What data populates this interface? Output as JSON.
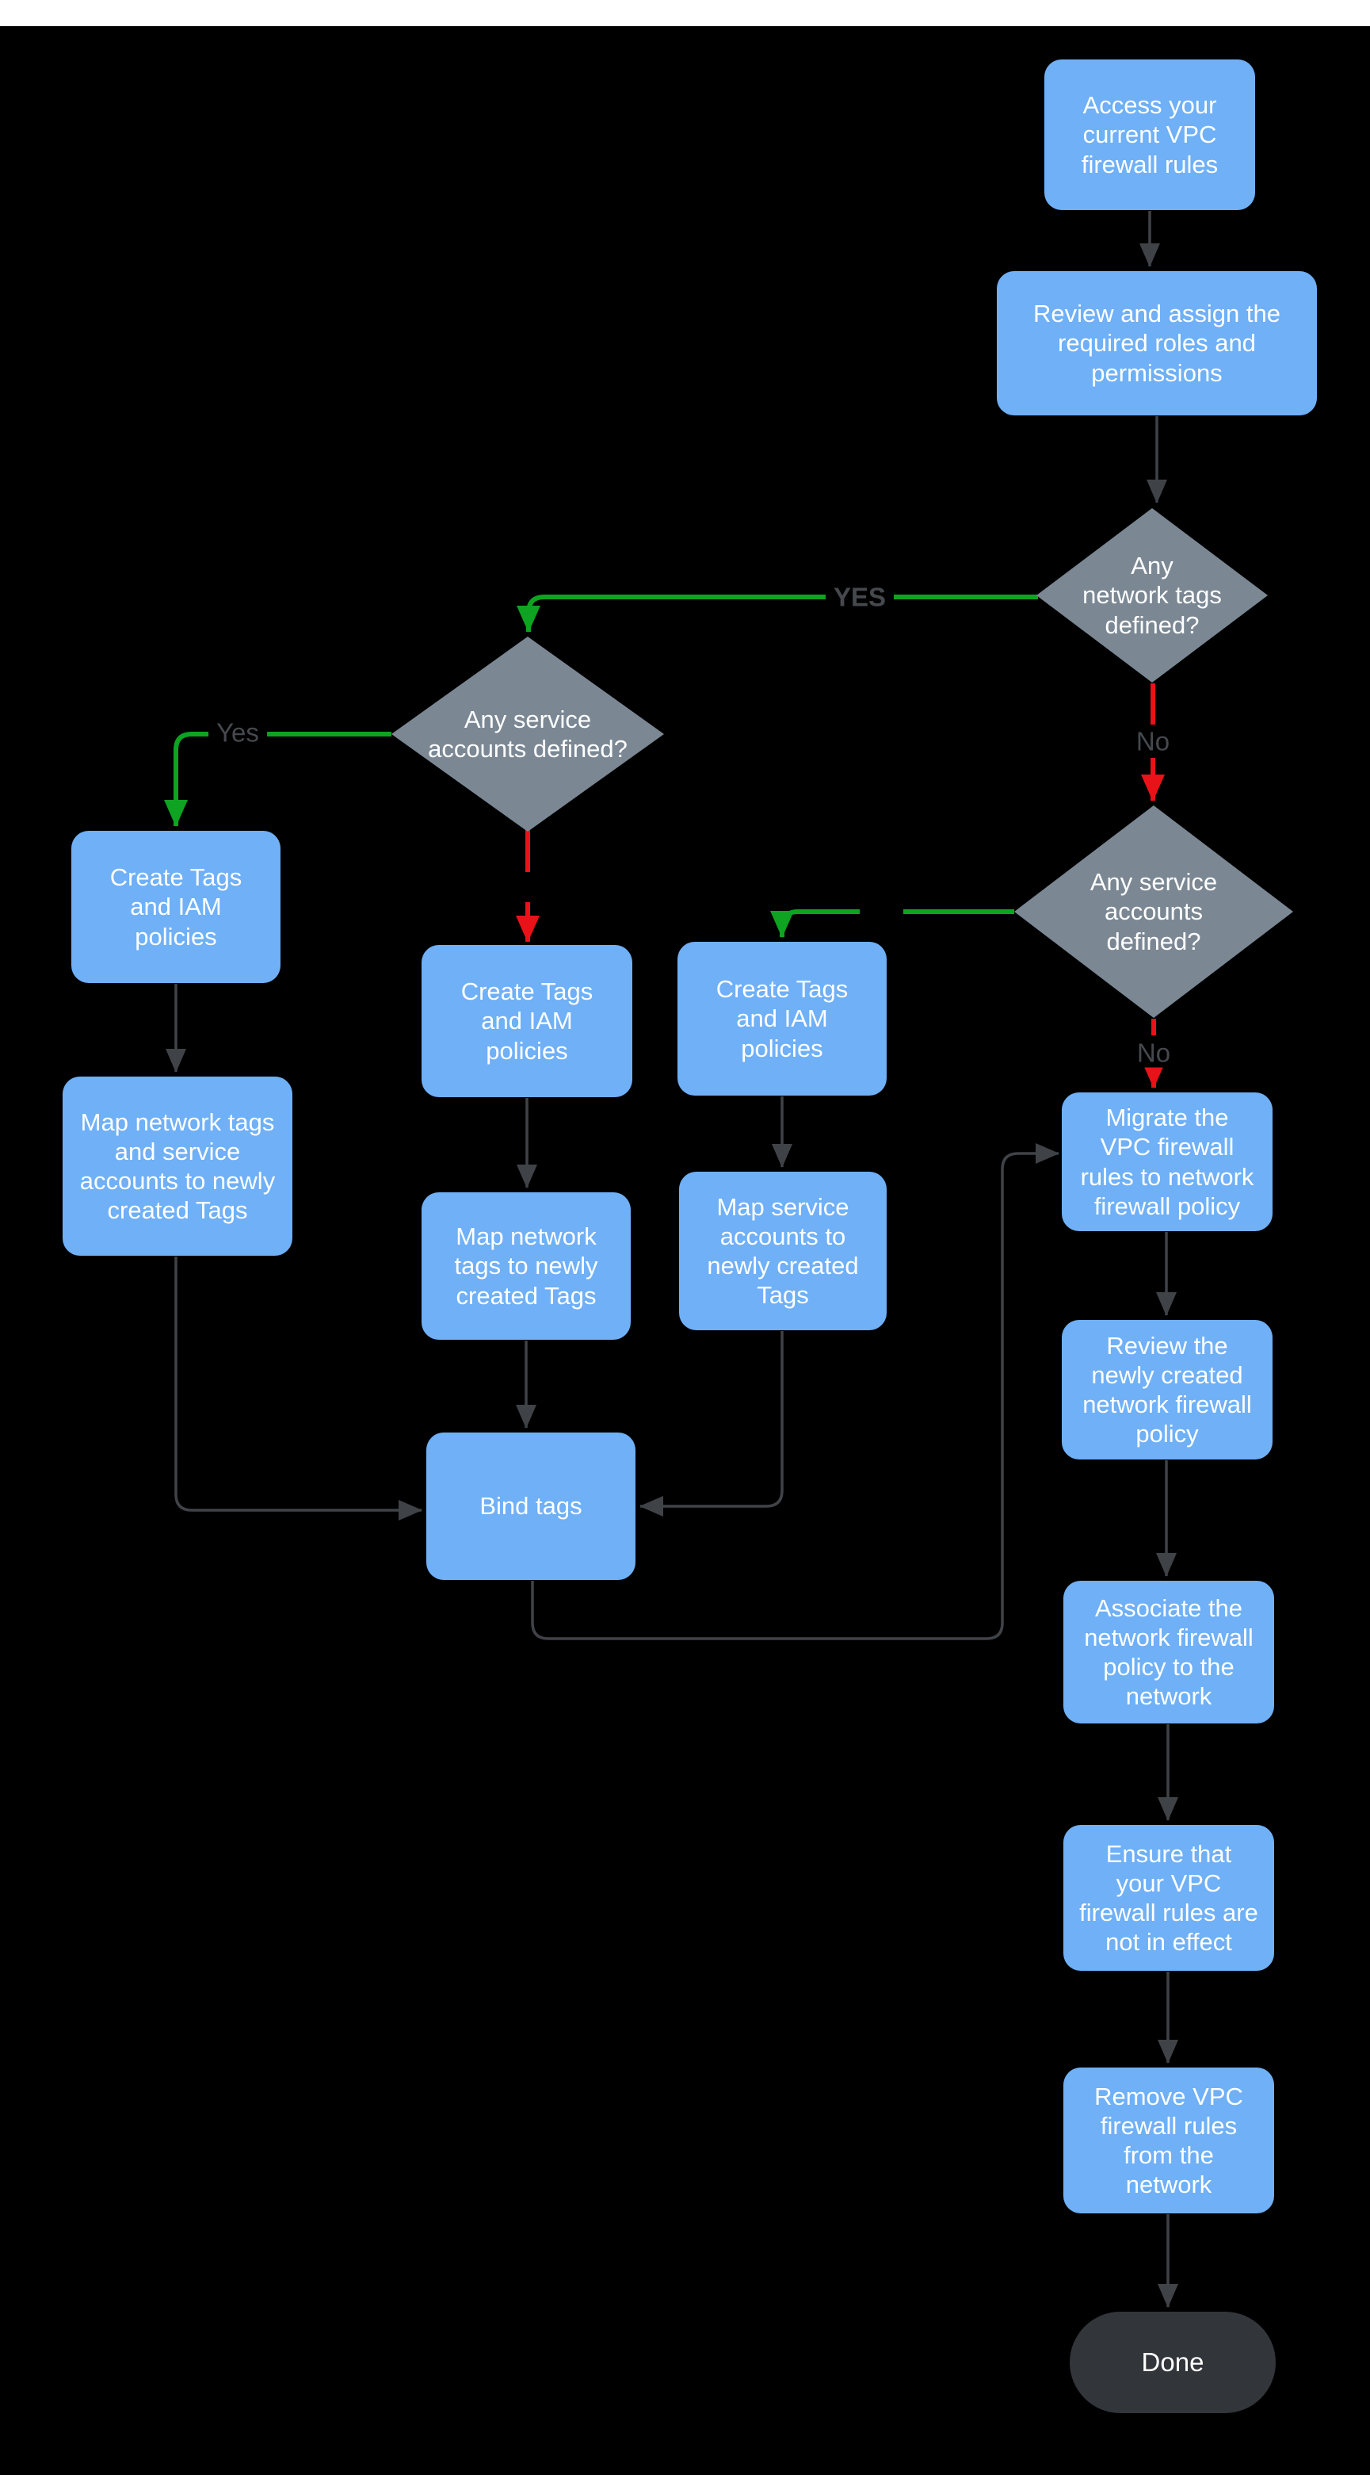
{
  "colors": {
    "canvas_bg": "#000000",
    "top_bar": "#ffffff",
    "process_fill": "#6fb0f7",
    "decision_fill": "#7b8894",
    "terminal_fill": "#323539",
    "node_text": "#ffffff",
    "edge_dark": "#3f4347",
    "edge_yes_green": "#0ea321",
    "edge_no_red": "#e91218",
    "edge_label_text": "#45494e"
  },
  "nodes": {
    "access": {
      "label": "Access your\ncurrent VPC\nfirewall rules"
    },
    "review_roles": {
      "label": "Review and assign the\nrequired roles and\npermissions"
    },
    "network_tags_defined": {
      "label": "Any\nnetwork tags\ndefined?"
    },
    "service_accounts_defined_left": {
      "label": "Any service\naccounts defined?"
    },
    "service_accounts_defined_right": {
      "label": "Any service\naccounts\ndefined?"
    },
    "create_tags_left": {
      "label": "Create Tags\nand IAM\npolicies"
    },
    "create_tags_mid": {
      "label": "Create Tags\nand IAM\npolicies"
    },
    "create_tags_right": {
      "label": "Create Tags\nand IAM\npolicies"
    },
    "map_both": {
      "label": "Map network tags\nand service\naccounts to newly\ncreated Tags"
    },
    "map_network": {
      "label": "Map network\ntags to newly\ncreated Tags"
    },
    "map_service": {
      "label": "Map service\naccounts  to\nnewly created\nTags"
    },
    "bind_tags": {
      "label": "Bind tags"
    },
    "migrate": {
      "label": "Migrate the\nVPC firewall\nrules to network\nfirewall policy"
    },
    "review_policy": {
      "label": "Review the\nnewly created\nnetwork firewall\npolicy"
    },
    "associate": {
      "label": "Associate the\nnetwork firewall\npolicy to the\nnetwork"
    },
    "ensure": {
      "label": "Ensure that\nyour VPC\nfirewall rules are\nnot in effect"
    },
    "remove": {
      "label": "Remove  VPC\nfirewall rules\nfrom the\nnetwork"
    },
    "done": {
      "label": "Done"
    }
  },
  "edge_labels": {
    "yes_upper": "YES",
    "yes_left": "Yes",
    "no_upper": "No",
    "no_lower": "No"
  }
}
